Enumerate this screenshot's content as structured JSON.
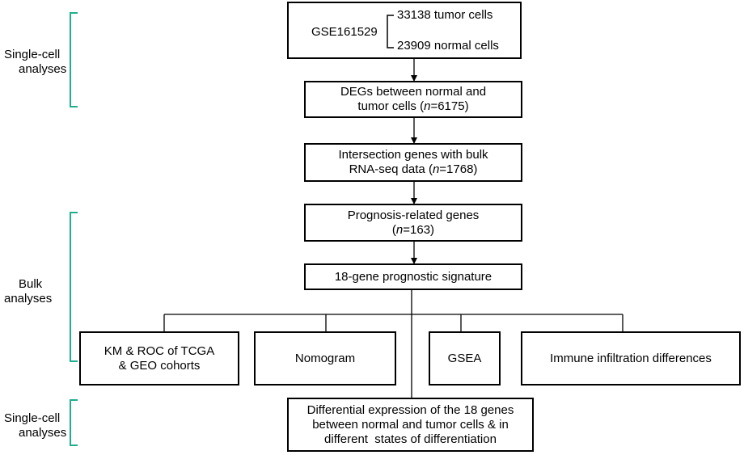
{
  "side_labels": {
    "top": [
      "Single-cell",
      "analyses"
    ],
    "middle": [
      "Bulk",
      "analyses"
    ],
    "bottom": [
      "Single-cell",
      "analyses"
    ]
  },
  "source": {
    "dataset": "GSE161529",
    "tumor_cells": "33138 tumor cells",
    "normal_cells": "23909 normal cells"
  },
  "steps": {
    "degs": {
      "line1": "DEGs between normal and",
      "line2_pre": "tumor cells (",
      "n": "n",
      "line2_post": "=6175)"
    },
    "intersection": {
      "line1": "Intersection genes with bulk",
      "line2_pre": "RNA-seq data (",
      "n": "n",
      "line2_post": "=1768)"
    },
    "prognosis": {
      "line1": "Prognosis-related genes",
      "line2_pre": "(",
      "n": "n",
      "line2_post": "=163)"
    },
    "signature": "18-gene prognostic signature"
  },
  "outputs": {
    "km_roc": [
      "KM & ROC of TCGA",
      "& GEO cohorts"
    ],
    "nomogram": "Nomogram",
    "gsea": "GSEA",
    "immune": "Immune infiltration differences"
  },
  "final": [
    "Differential expression of the 18 genes",
    "between normal and tumor cells & in",
    "different  states of differentiation"
  ],
  "colors": {
    "bracket": "#1fae8f",
    "line": "#000000"
  }
}
